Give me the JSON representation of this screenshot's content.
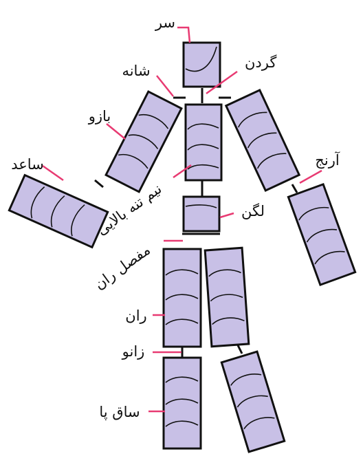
{
  "labels": {
    "head": "سر",
    "neck": "گردن",
    "shoulder": "شانه",
    "upper_arm": "بازو",
    "forearm": "ساعد",
    "elbow": "آرنج",
    "torso": "نیم تنه بالایی",
    "pelvis": "لگن",
    "hip": "مفصل ران",
    "thigh": "ران",
    "knee": "زانو",
    "shin": "ساق پا"
  },
  "colors": {
    "segment_fill": "#c8c0e6",
    "outline": "#111111",
    "leader": "#e83a72"
  }
}
